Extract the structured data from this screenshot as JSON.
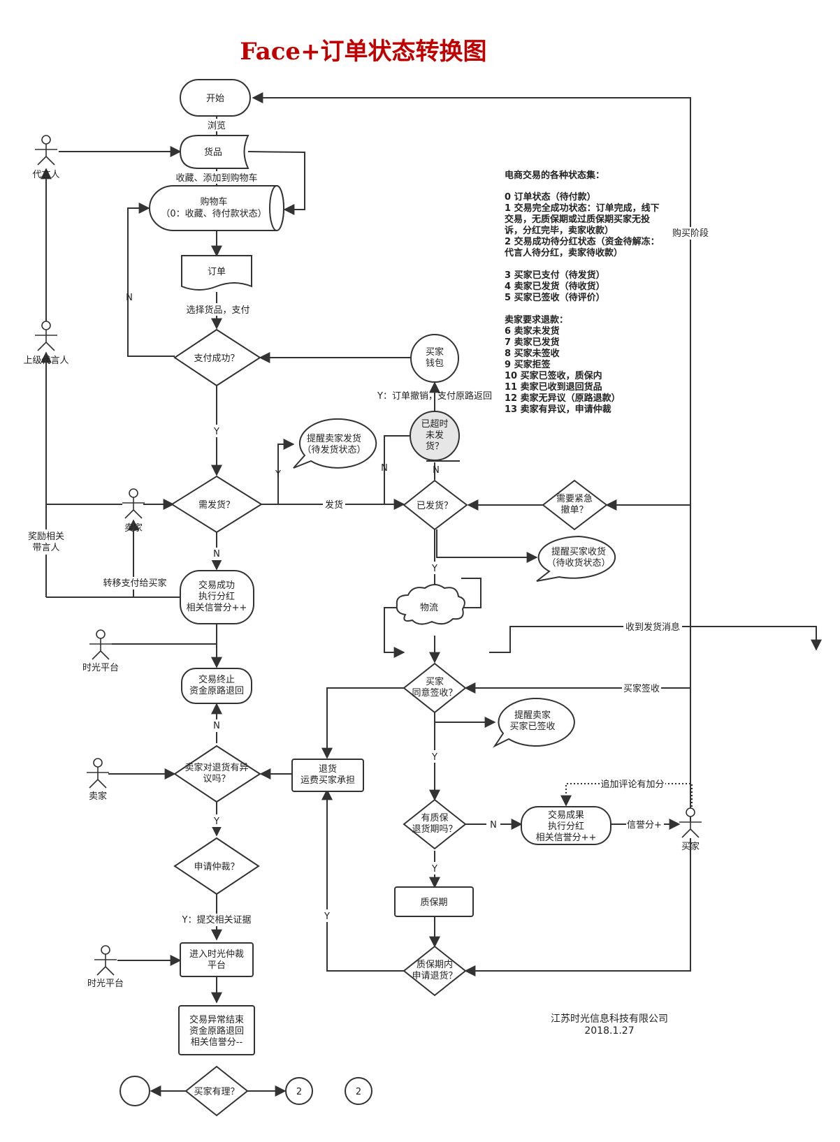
{
  "title": "Face+订单状态转换图",
  "nodes": {
    "start": {
      "lines": [
        "开始"
      ]
    },
    "goods": {
      "lines": [
        "货品"
      ]
    },
    "cart": {
      "lines": [
        "购物车",
        "（0：收藏、待付款状态）"
      ]
    },
    "order": {
      "lines": [
        "订单"
      ]
    },
    "pay_ok": {
      "lines": [
        "支付成功？"
      ]
    },
    "wallet": {
      "lines": [
        "买家",
        "钱包"
      ]
    },
    "timeout": {
      "lines": [
        "已超时",
        "未发",
        "货？"
      ]
    },
    "remind_ship": {
      "lines": [
        "提醒卖家发货",
        "（待发货状态）"
      ]
    },
    "need_ship": {
      "lines": [
        "需发货？"
      ]
    },
    "shipped": {
      "lines": [
        "已发货？"
      ]
    },
    "urgent_cancel": {
      "lines": [
        "需要紧急",
        "撤单？"
      ]
    },
    "remind_receive": {
      "lines": [
        "提醒买家收货",
        "（待收货状态）"
      ]
    },
    "trade_success": {
      "lines": [
        "交易成功",
        "执行分红",
        "相关信誉分++"
      ]
    },
    "logistics": {
      "lines": [
        "物流"
      ]
    },
    "trade_end": {
      "lines": [
        "交易终止",
        "资金原路退回"
      ]
    },
    "agree_sign": {
      "lines": [
        "买家",
        "同意签收？"
      ]
    },
    "remind_seller": {
      "lines": [
        "提醒卖家",
        "买家已签收"
      ]
    },
    "return": {
      "lines": [
        "退货",
        "运费买家承担"
      ]
    },
    "seller_object": {
      "lines": [
        "卖家对退货有异",
        "议吗？"
      ]
    },
    "warranty_q": {
      "lines": [
        "有质保",
        "退货期吗？"
      ]
    },
    "trade_result": {
      "lines": [
        "交易成果",
        "执行分红",
        "相关信誉分++"
      ]
    },
    "arbitration_q": {
      "lines": [
        "申请仲裁？"
      ]
    },
    "warranty": {
      "lines": [
        "质保期"
      ]
    },
    "in_warranty_return": {
      "lines": [
        "质保期内",
        "申请退货？"
      ]
    },
    "arb_platform": {
      "lines": [
        "进入时光仲裁",
        "平台"
      ]
    },
    "abnormal_end": {
      "lines": [
        "交易异常结束",
        "资金原路退回",
        "相关信誉分--"
      ]
    },
    "buyer_right": {
      "lines": [
        "买家有理？"
      ]
    },
    "conn_a": {
      "lines": []
    },
    "conn_b": {
      "lines": [
        "2"
      ]
    },
    "conn_c": {
      "lines": [
        "2"
      ]
    }
  },
  "actors": {
    "agent": "代言人",
    "upper_agent": "上级代言人",
    "seller_1": "卖家",
    "platform_1": "时光平台",
    "seller_2": "卖家",
    "platform_2": "时光平台",
    "buyer": "买家"
  },
  "edge_labels": {
    "browse": "浏览",
    "collect": "收藏、添加到购物车",
    "select_pay": "选择货品，支付",
    "pay_n": "N",
    "pay_y": "Y",
    "cancel_refund": "Y：订单撤销，支付原路返回",
    "timeout_n1": "N",
    "timeout_n2": "N",
    "need_y": "Y",
    "ship": "发货",
    "need_n": "N",
    "shipped_y": "Y",
    "reward": "奖励相关\n带言人",
    "transfer": "转移支付给买家",
    "receive_msg": "收到发货消息",
    "buyer_sign": "买家签收",
    "end_n": "N",
    "sign_y": "Y",
    "object_y": "Y",
    "add_review": "追加评论有加分",
    "warranty_n": "N",
    "credit_plus": "信誉分+",
    "warranty_y": "Y",
    "return_y": "Y",
    "evidence": "Y：提交相关证据",
    "buy_phase": "购买阶段"
  },
  "legend": {
    "heading": "电商交易的各种状态集：",
    "items": [
      "0 订单状态（待付款）",
      "1 交易完全成功状态：订单完成，线下",
      "交易，无质保期或过质保期买家无投",
      "诉，分红完毕，卖家收款）",
      "2 交易成功待分红状态（资金待解冻：",
      "代言人待分红，卖家待收款）",
      "",
      "3 买家已支付（待发货）",
      "4 卖家已发货（待收货）",
      "5 买家已签收（待评价）",
      "",
      "卖家要求退款：",
      "6 卖家未发货",
      "7 卖家已发货",
      "8 买家未签收",
      "9 买家拒签",
      "10 买家已签收，质保内",
      "11 卖家已收到退回货品",
      "12 卖家无异议（原路退款）",
      "13 卖家有异议，申请仲裁"
    ]
  },
  "footer": {
    "company": "江苏时光信息科技有限公司",
    "date": "2018.1.27"
  },
  "colors": {
    "title": "#c00000",
    "line": "#333333",
    "timeout_fill": "#e6e6e6"
  }
}
